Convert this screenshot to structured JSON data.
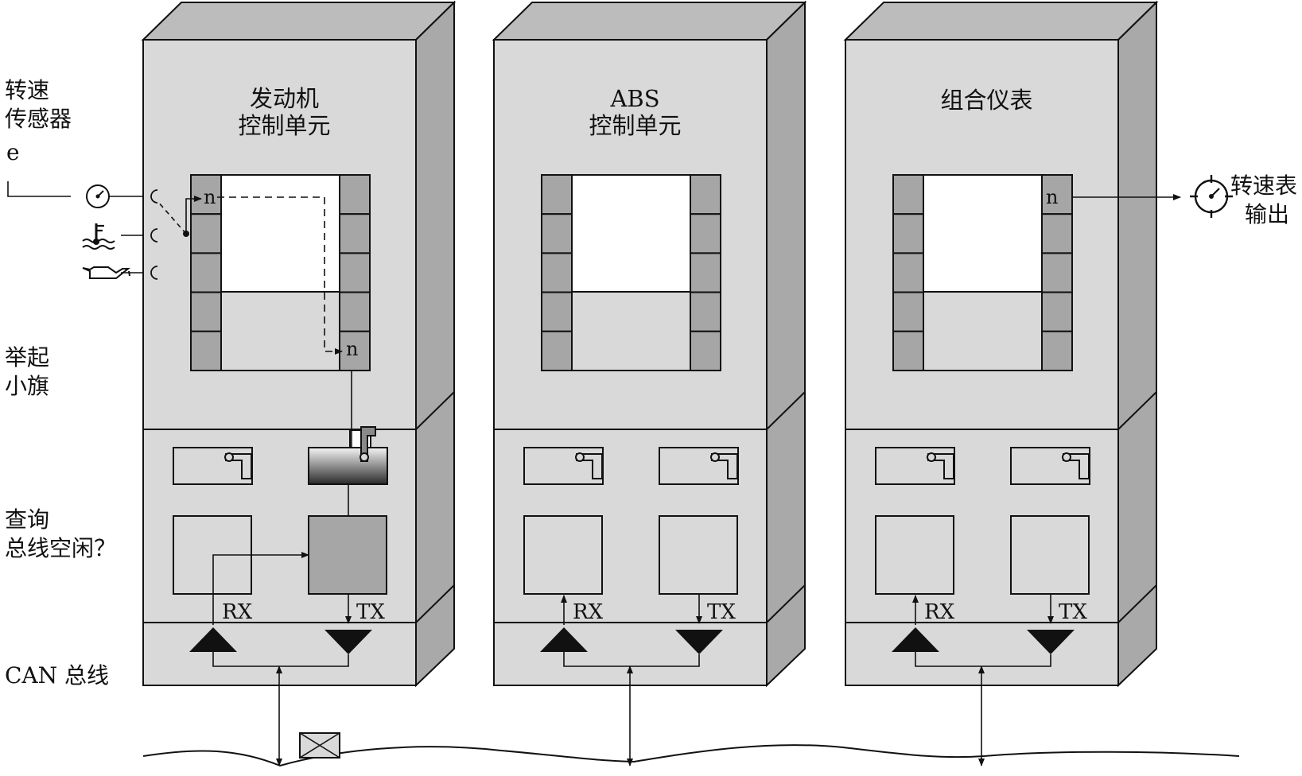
{
  "side_labels": {
    "speed_sensor": [
      "转速",
      "传感器"
    ],
    "e": "e",
    "raise_flag": [
      "举起",
      "小旗"
    ],
    "query_bus": [
      "查询",
      "总线空闲？"
    ],
    "can_bus": "CAN 总线"
  },
  "units": [
    {
      "title": [
        "发动机",
        "控制单元"
      ]
    },
    {
      "title": [
        "ABS",
        "控制单元"
      ]
    },
    {
      "title": [
        "组合仪表"
      ]
    }
  ],
  "tags": {
    "n": "n",
    "rx": "RX",
    "tx": "TX"
  },
  "output_label": [
    "转速表",
    "输出"
  ],
  "icons": [
    "gauge-icon",
    "coolant-temp-icon",
    "oil-can-icon",
    "envelope-icon"
  ],
  "colors": {
    "face": "#d9d9d9",
    "side": "#a9a9a9",
    "top": "#bcbcbc",
    "slot": "#a6a6a6",
    "line": "#111111"
  }
}
